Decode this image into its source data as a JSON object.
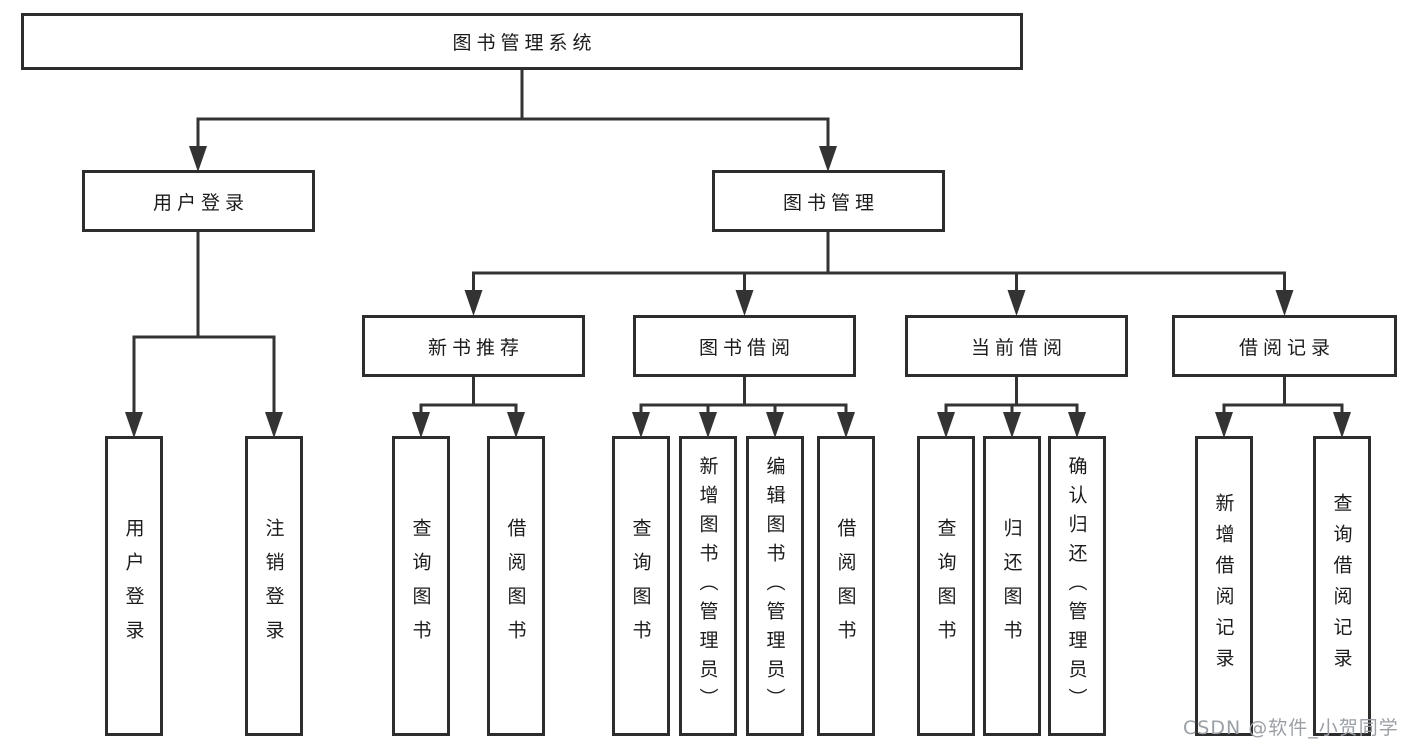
{
  "tree": {
    "label": "图书管理系统",
    "children": [
      {
        "label": "用户登录",
        "children": [
          {
            "label": "用户登录"
          },
          {
            "label": "注销登录"
          }
        ]
      },
      {
        "label": "图书管理",
        "children": [
          {
            "label": "新书推荐",
            "children": [
              {
                "label": "查询图书"
              },
              {
                "label": "借阅图书"
              }
            ]
          },
          {
            "label": "图书借阅",
            "children": [
              {
                "label": "查询图书"
              },
              {
                "label": "新增图书（管理员）"
              },
              {
                "label": "编辑图书（管理员）"
              },
              {
                "label": "借阅图书"
              }
            ]
          },
          {
            "label": "当前借阅",
            "children": [
              {
                "label": "查询图书"
              },
              {
                "label": "归还图书"
              },
              {
                "label": "确认归还（管理员）"
              }
            ]
          },
          {
            "label": "借阅记录",
            "children": [
              {
                "label": "新增借阅记录"
              },
              {
                "label": "查询借阅记录"
              }
            ]
          }
        ]
      }
    ]
  },
  "watermark": {
    "text": "CSDN @软件_小贺同学",
    "color": "#9aa0a6"
  },
  "colors": {
    "line": "#333333",
    "box_border": "#2d2d2d",
    "text": "#1b1b1b",
    "background": "#ffffff"
  }
}
